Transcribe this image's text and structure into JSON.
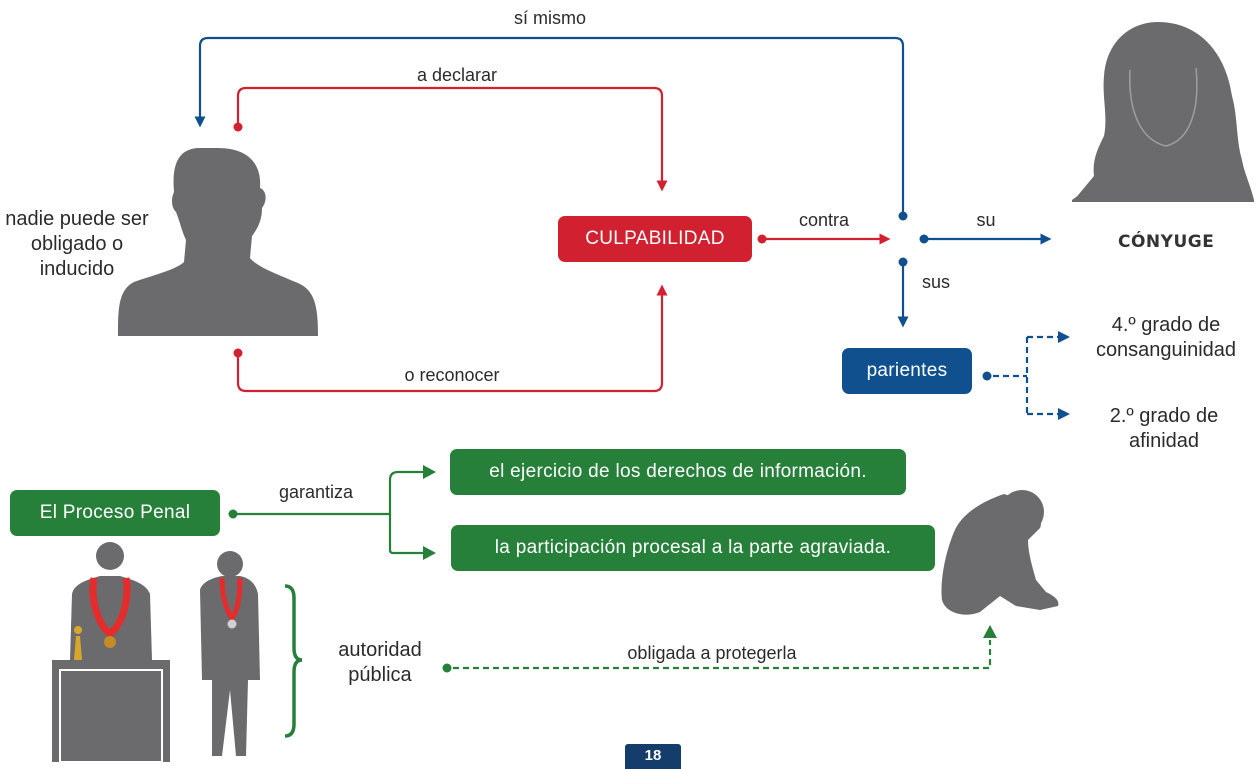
{
  "labels": {
    "si_mismo": "sí mismo",
    "a_declarar": "a declarar",
    "o_reconocer": "o reconocer",
    "contra": "contra",
    "su": "su",
    "sus": "sus",
    "nadie": "nadie puede ser obligado o inducido",
    "conyuge": "CÓNYUGE",
    "grado4": "4.º grado de consanguinidad",
    "grado2": "2.º grado de afinidad",
    "garantiza": "garantiza",
    "autoridad": "autoridad pública",
    "obligada": "obligada a protegerla"
  },
  "boxes": {
    "culpabilidad": "CULPABILIDAD",
    "parientes": "parientes",
    "proceso_penal": "El Proceso Penal",
    "derechos_informacion": "el ejercicio de los derechos de información.",
    "participacion": "la participación procesal a la parte agraviada."
  },
  "page_number": "18",
  "colors": {
    "red": "#d1202f",
    "blue": "#11508f",
    "green": "#27803a",
    "silhouette": "#6b6b6d"
  }
}
